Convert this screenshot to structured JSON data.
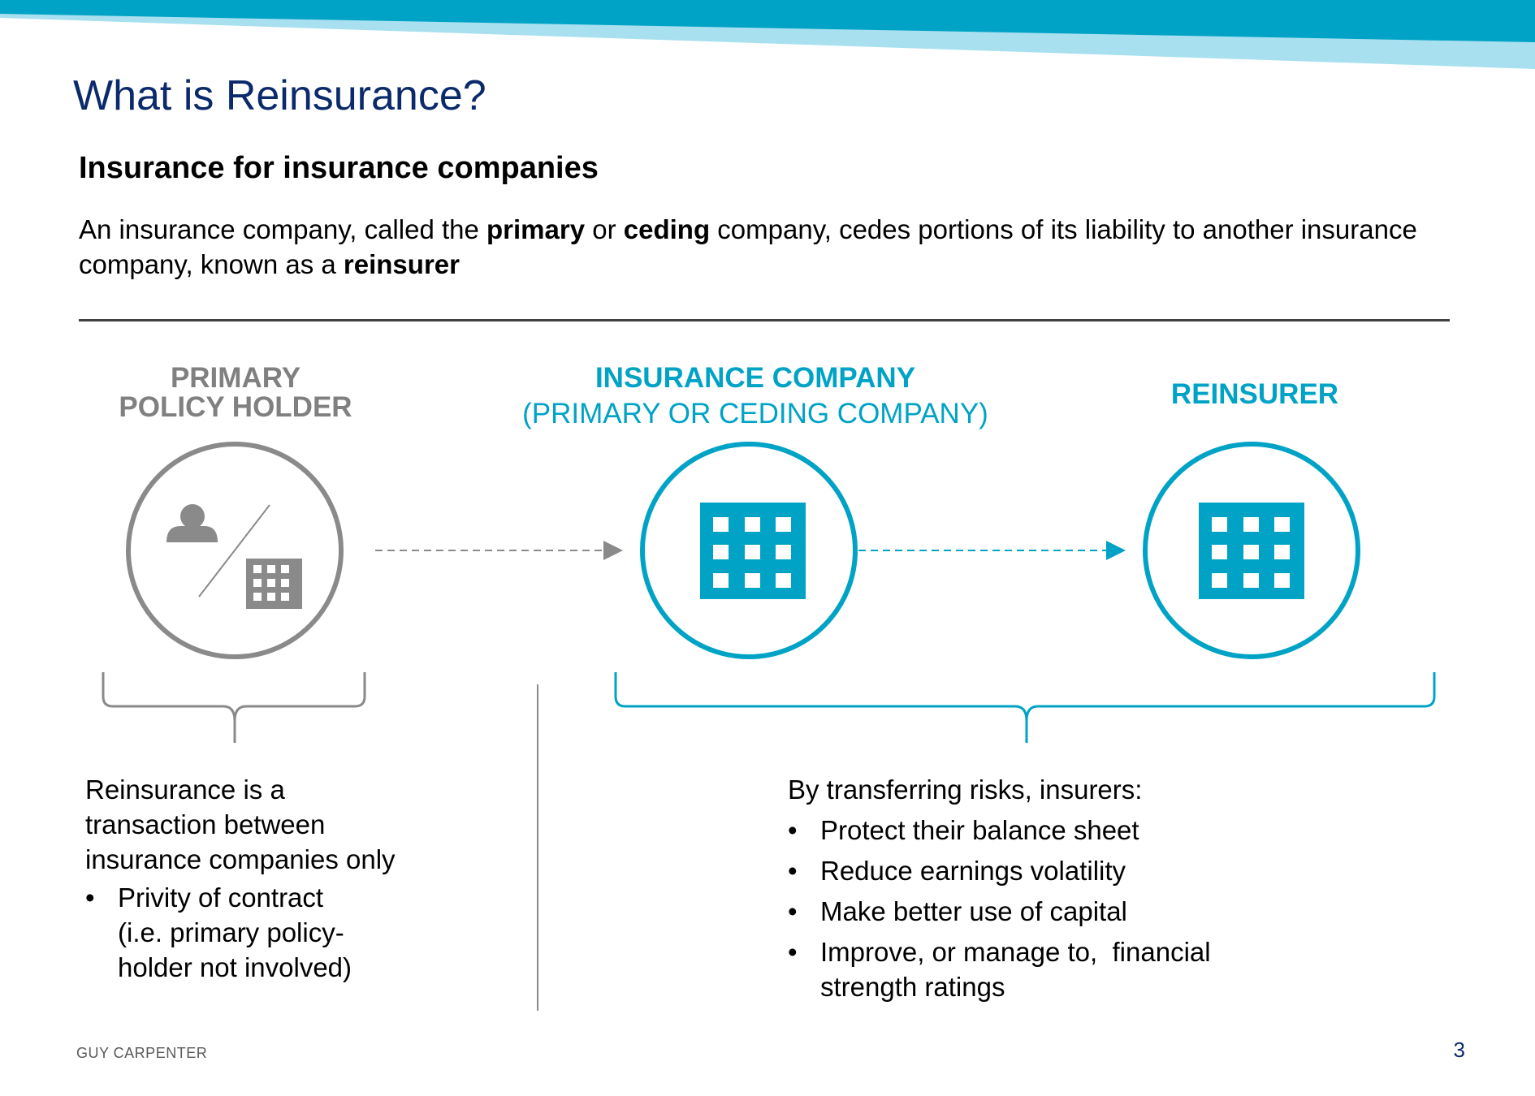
{
  "header": {
    "title": "What is Reinsurance?",
    "subtitle": "Insurance for insurance companies",
    "intro": {
      "part1": "An insurance company, called the ",
      "bold1": "primary",
      "part2": " or ",
      "bold2": "ceding",
      "part3": " company, cedes portions of its liability to another insurance company, known as a ",
      "bold3": "reinsurer"
    }
  },
  "diagram": {
    "policy_holder_label": [
      "PRIMARY",
      "POLICY HOLDER"
    ],
    "insurance_company_label": "INSURANCE COMPANY",
    "insurance_company_sublabel": "(PRIMARY OR CEDING COMPANY)",
    "reinsurer_label": "REINSURER",
    "icons": [
      "person-icon",
      "building-icon",
      "arrow-right-icon",
      "brace-icon"
    ]
  },
  "left_panel": {
    "text": [
      "Reinsurance is a",
      "transaction between",
      "insurance companies only"
    ],
    "bullets": [
      [
        "Privity of contract",
        "(i.e. primary policy-",
        "holder not involved)"
      ]
    ]
  },
  "right_panel": {
    "intro": "By transferring risks, insurers:",
    "bullets": [
      [
        "Protect their balance sheet"
      ],
      [
        "Reduce earnings volatility"
      ],
      [
        "Make better use of capital"
      ],
      [
        "Improve, or manage to,  financial",
        "strength ratings"
      ]
    ]
  },
  "footer": {
    "brand": "GUY CARPENTER",
    "page_number": "3"
  },
  "colors": {
    "navy": "#0b2a6b",
    "teal": "#00a3c6",
    "light_teal": "#a8e0ef",
    "gray": "#808080",
    "rule": "#404040"
  }
}
